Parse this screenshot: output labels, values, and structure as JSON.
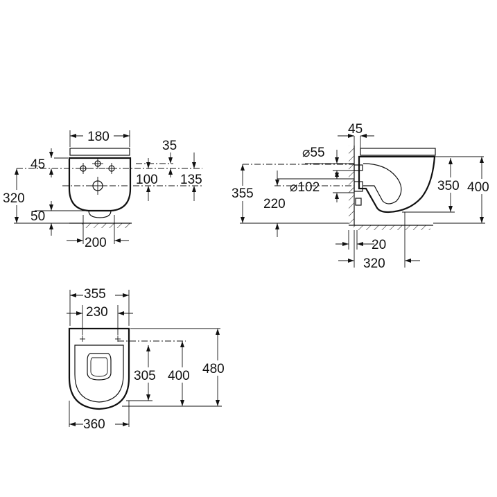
{
  "front_view": {
    "d180": "180",
    "d35": "35",
    "d45": "45",
    "d100": "100",
    "d135": "135",
    "d320": "320",
    "d50": "50",
    "d200": "200"
  },
  "side_view": {
    "d45": "45",
    "d55": "⌀55",
    "d102": "⌀102",
    "d355": "355",
    "d220": "220",
    "d350": "350",
    "d400": "400",
    "d20": "20",
    "d320": "320"
  },
  "top_view": {
    "d355": "355",
    "d230": "230",
    "d305": "305",
    "d400": "400",
    "d480": "480",
    "d360": "360"
  }
}
